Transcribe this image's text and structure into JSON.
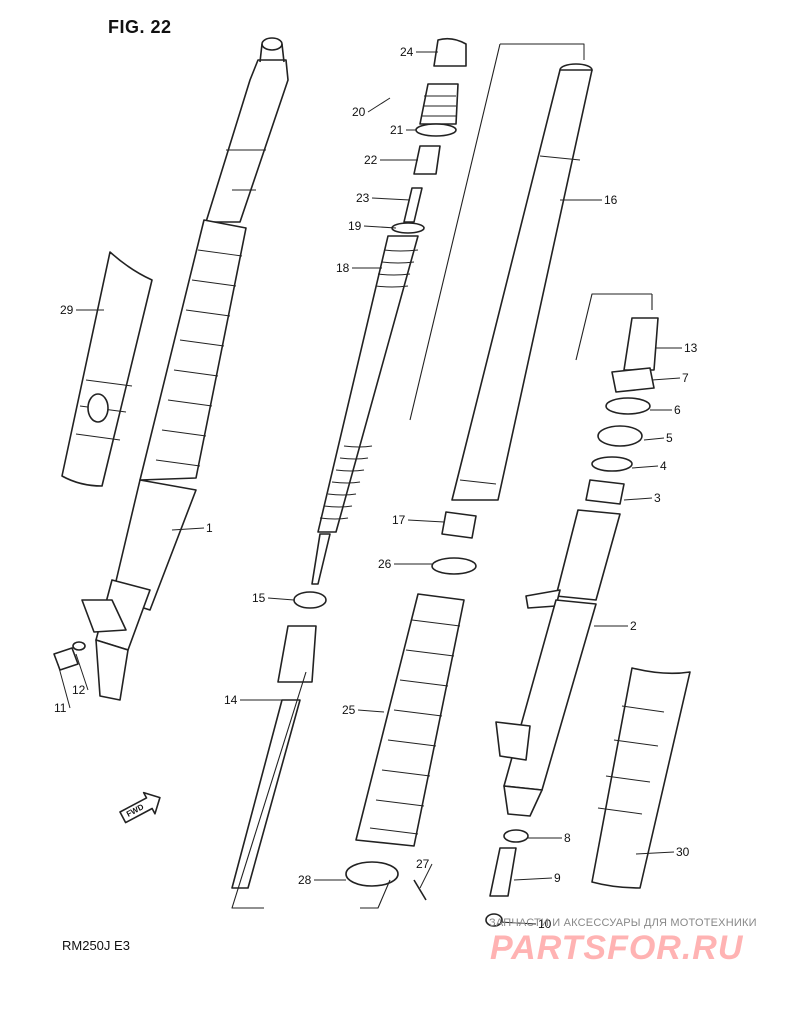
{
  "figure": {
    "title": "FIG. 22",
    "model": "RM250J  E3"
  },
  "direction_marker": {
    "label": "FWD"
  },
  "watermark": {
    "tagline": "ЗАПЧАСТИ И АКСЕССУАРЫ ДЛЯ МОТОТЕХНИКИ",
    "brand": "PARTSFOR.RU",
    "color": "#ffb3b3"
  },
  "callouts": [
    "24",
    "20",
    "21",
    "22",
    "23",
    "19",
    "18",
    "16",
    "29",
    "13",
    "7",
    "6",
    "5",
    "4",
    "3",
    "1",
    "17",
    "26",
    "2",
    "15",
    "12",
    "11",
    "14",
    "25",
    "8",
    "27",
    "9",
    "28",
    "10",
    "30"
  ]
}
